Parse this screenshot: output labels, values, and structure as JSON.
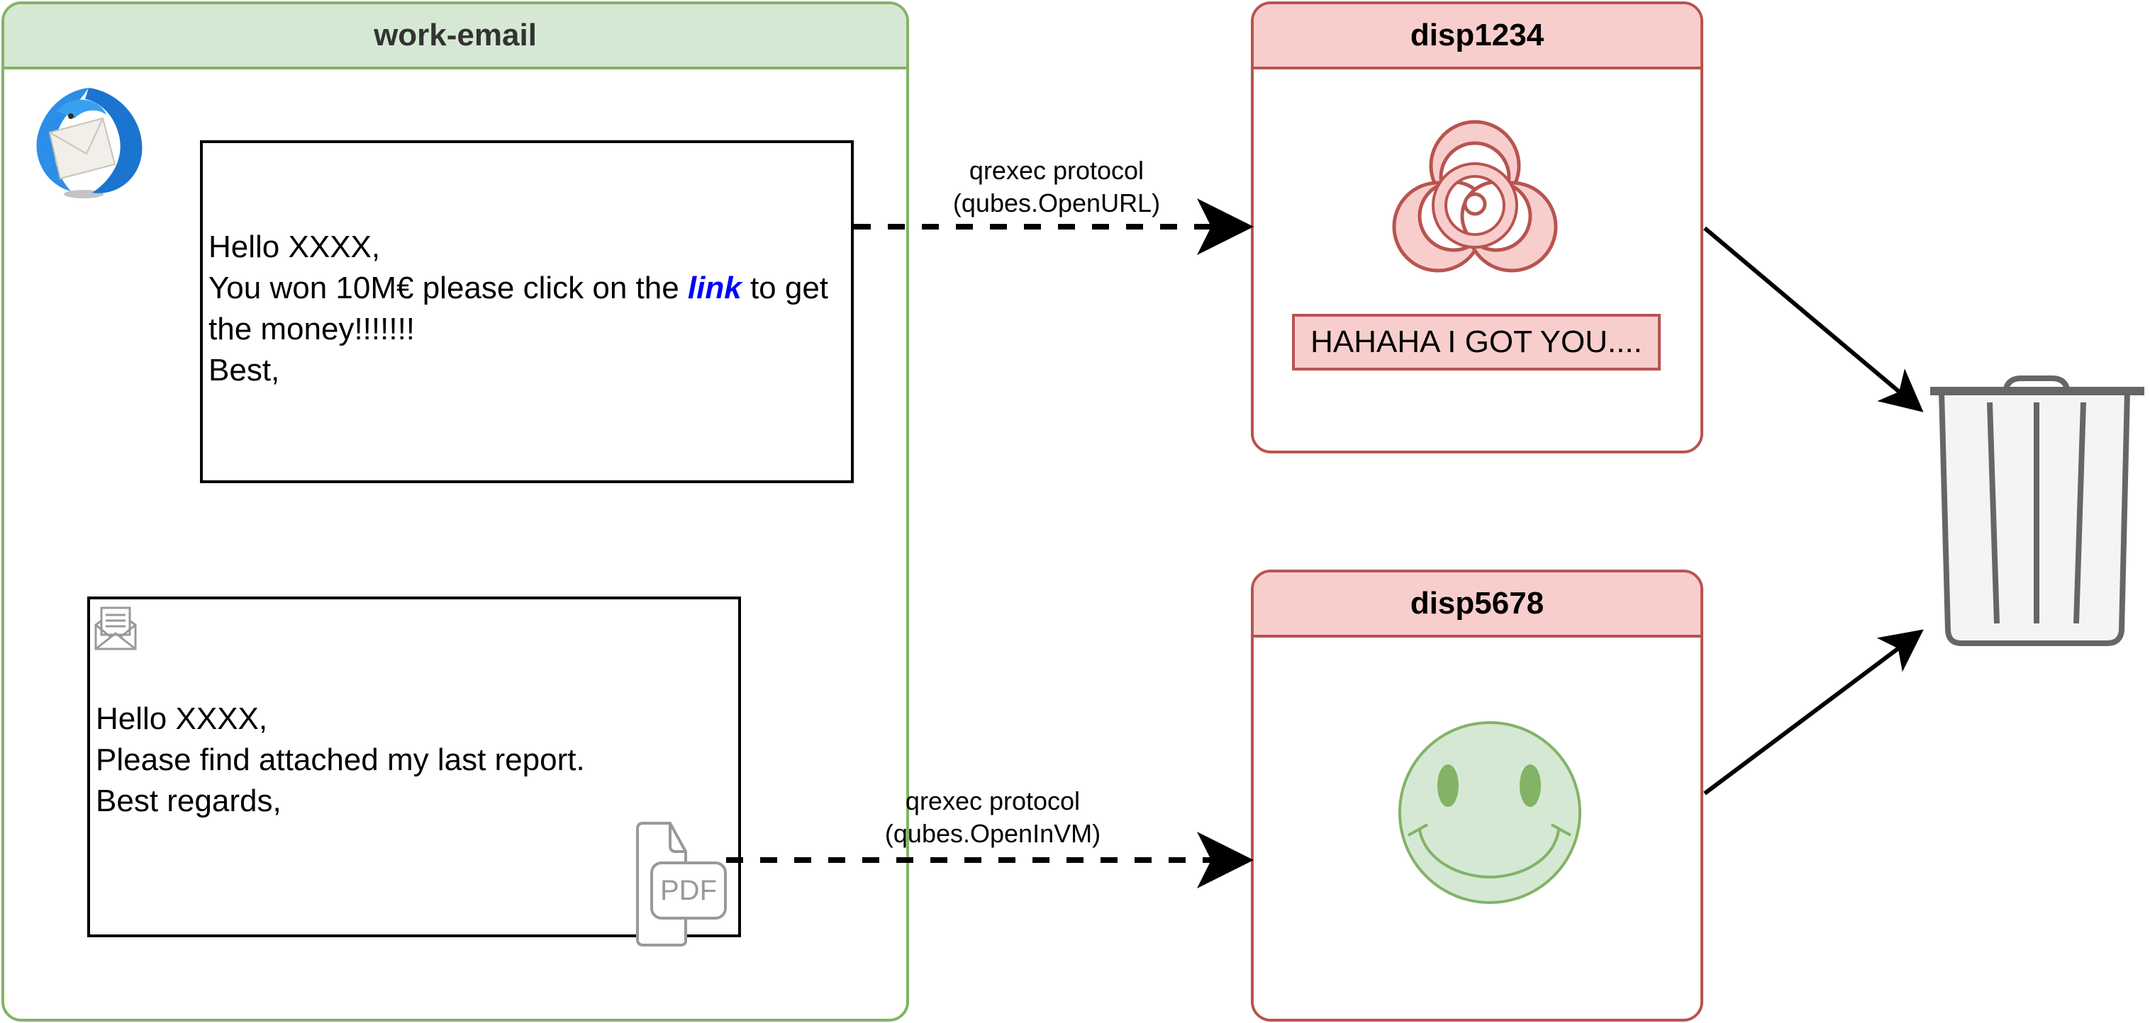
{
  "containers": {
    "work_email": {
      "title": "work-email",
      "color": "#82b366",
      "fill": "#d5e8d4"
    },
    "disp1": {
      "title": "disp1234",
      "color": "#b85450",
      "fill": "#f8cecc"
    },
    "disp2": {
      "title": "disp5678",
      "color": "#b85450",
      "fill": "#f8cecc"
    }
  },
  "icons": {
    "mail_client": "thunderbird-icon",
    "envelope": "open-envelope-icon",
    "attachment": "pdf-file-icon",
    "danger": "biohazard-icon",
    "safe": "smiley-icon",
    "trash": "trash-can-icon"
  },
  "email1": {
    "line1": "Hello XXXX,",
    "line2_before": "You won 10M€ please click on the ",
    "link_text": "link",
    "line2_after": " to get the money!!!!!!!",
    "line3": "Best,"
  },
  "email2": {
    "line1": "Hello XXXX,",
    "line2": "Please find attached my last report.",
    "line3": "Best regards,",
    "attachment_label": "PDF"
  },
  "edges": [
    {
      "from": "email1-link",
      "to": "disp1234",
      "label_line1": "qrexec protocol",
      "label_line2": "(qubes.OpenURL)",
      "style": "dashed"
    },
    {
      "from": "email2-pdf",
      "to": "disp5678",
      "label_line1": "qrexec protocol",
      "label_line2": "(qubes.OpenInVM)",
      "style": "dashed"
    },
    {
      "from": "disp1234",
      "to": "trash",
      "style": "solid"
    },
    {
      "from": "disp5678",
      "to": "trash",
      "style": "solid"
    }
  ],
  "disp1_alert": "HAHAHA I GOT YOU...."
}
